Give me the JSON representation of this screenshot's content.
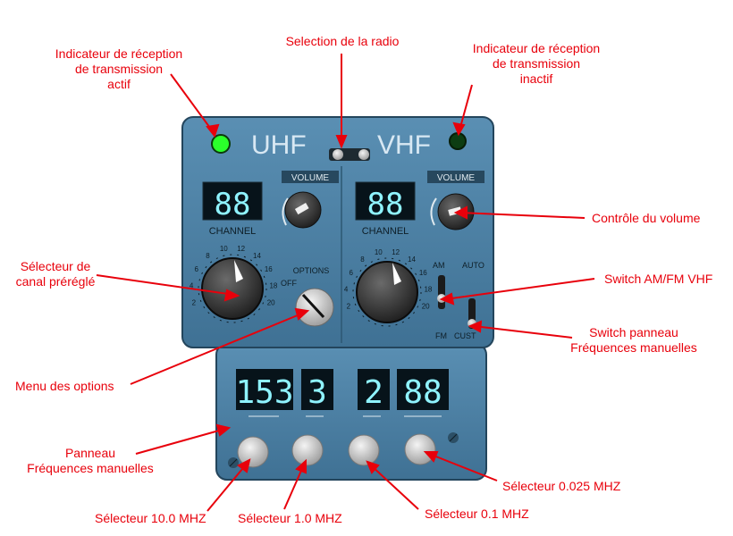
{
  "uhf": {
    "title": "UHF",
    "volume_label": "VOLUME",
    "channel_label": "CHANNEL",
    "options_label": "OPTIONS",
    "off_label": "OFF",
    "channel_display": "88",
    "dial_ticks": [
      "2",
      "4",
      "6",
      "8",
      "10",
      "12",
      "14",
      "16",
      "18",
      "20"
    ],
    "indicator_state": "active",
    "indicator_color": "#2bff2b"
  },
  "vhf": {
    "title": "VHF",
    "volume_label": "VOLUME",
    "channel_label": "CHANNEL",
    "channel_display": "88",
    "dial_ticks": [
      "2",
      "4",
      "6",
      "8",
      "10",
      "12",
      "14",
      "16",
      "18",
      "20"
    ],
    "am_label": "AM",
    "auto_label": "AUTO",
    "fm_label": "FM",
    "cust_label": "CUST",
    "indicator_state": "inactive",
    "indicator_color": "#0d3d12"
  },
  "freq_panel": {
    "uhf_digits": [
      "153",
      "3"
    ],
    "vhf_digits": [
      "2",
      "88"
    ],
    "selectors": [
      "10.0",
      "1.0",
      "0.1",
      "0.025"
    ]
  },
  "annotations": {
    "rx_active": "Indicateur de réception\nde transmission\nactif",
    "radio_select": "Selection de la radio",
    "rx_inactive": "Indicateur de réception\nde transmission\ninactif",
    "volume": "Contrôle du volume",
    "preset_channel": "Sélecteur de\ncanal préréglé",
    "am_fm_switch": "Switch AM/FM VHF",
    "manual_switch": "Switch panneau\nFréquences manuelles",
    "options_menu": "Menu des options",
    "manual_panel": "Panneau\nFréquences manuelles",
    "sel_10": "Sélecteur 10.0 MHZ",
    "sel_1": "Sélecteur 1.0 MHZ",
    "sel_01": "Sélecteur 0.1 MHZ",
    "sel_0025": "Sélecteur 0.025 MHZ"
  },
  "colors": {
    "panel": "#4a7fa3",
    "panel_dark": "#2d5873",
    "annotation": "#e8000b",
    "display_digit": "#8ff3ff"
  }
}
